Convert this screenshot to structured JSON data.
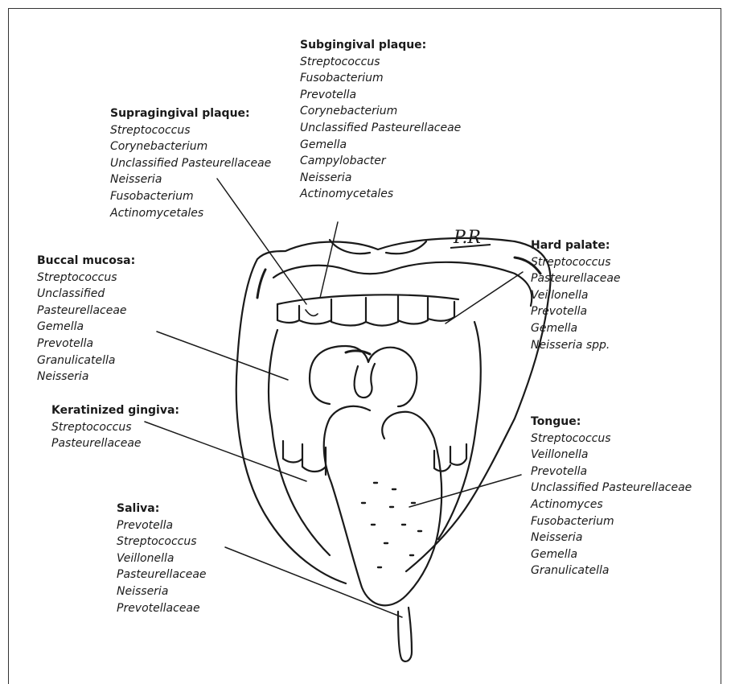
{
  "signature": "P.R",
  "regions": {
    "subgingival": {
      "title": "Subgingival plaque:",
      "items": [
        "Streptococcus",
        "Fusobacterium",
        "Prevotella",
        "Corynebacterium",
        "Unclassified Pasteurellaceae",
        "Gemella",
        "Campylobacter",
        "Neisseria",
        "Actinomycetales"
      ]
    },
    "supragingival": {
      "title": "Supragingival plaque:",
      "items": [
        "Streptococcus",
        "Corynebacterium",
        "Unclassified Pasteurellaceae",
        "Neisseria",
        "Fusobacterium",
        "Actinomycetales"
      ]
    },
    "buccal": {
      "title": "Buccal mucosa:",
      "items": [
        "Streptococcus",
        "Unclassified",
        "Pasteurellaceae",
        "Gemella",
        "Prevotella",
        "Granulicatella",
        "Neisseria"
      ]
    },
    "hard_palate": {
      "title": "Hard palate:",
      "items": [
        "Streptococcus",
        "Pasteurellaceae",
        "Veillonella",
        "Prevotella",
        "Gemella",
        "Neisseria spp."
      ]
    },
    "keratinized": {
      "title": "Keratinized gingiva:",
      "items": [
        "Streptococcus",
        "Pasteurellaceae"
      ]
    },
    "tongue": {
      "title": "Tongue:",
      "items": [
        "Streptococcus",
        "Veillonella",
        "Prevotella",
        "Unclassified Pasteurellaceae",
        "Actinomyces",
        "Fusobacterium",
        "Neisseria",
        "Gemella",
        "Granulicatella"
      ]
    },
    "saliva": {
      "title": "Saliva:",
      "items": [
        "Prevotella",
        "Streptococcus",
        "Veillonella",
        "Pasteurellaceae",
        "Neisseria",
        "Prevotellaceae"
      ]
    }
  }
}
